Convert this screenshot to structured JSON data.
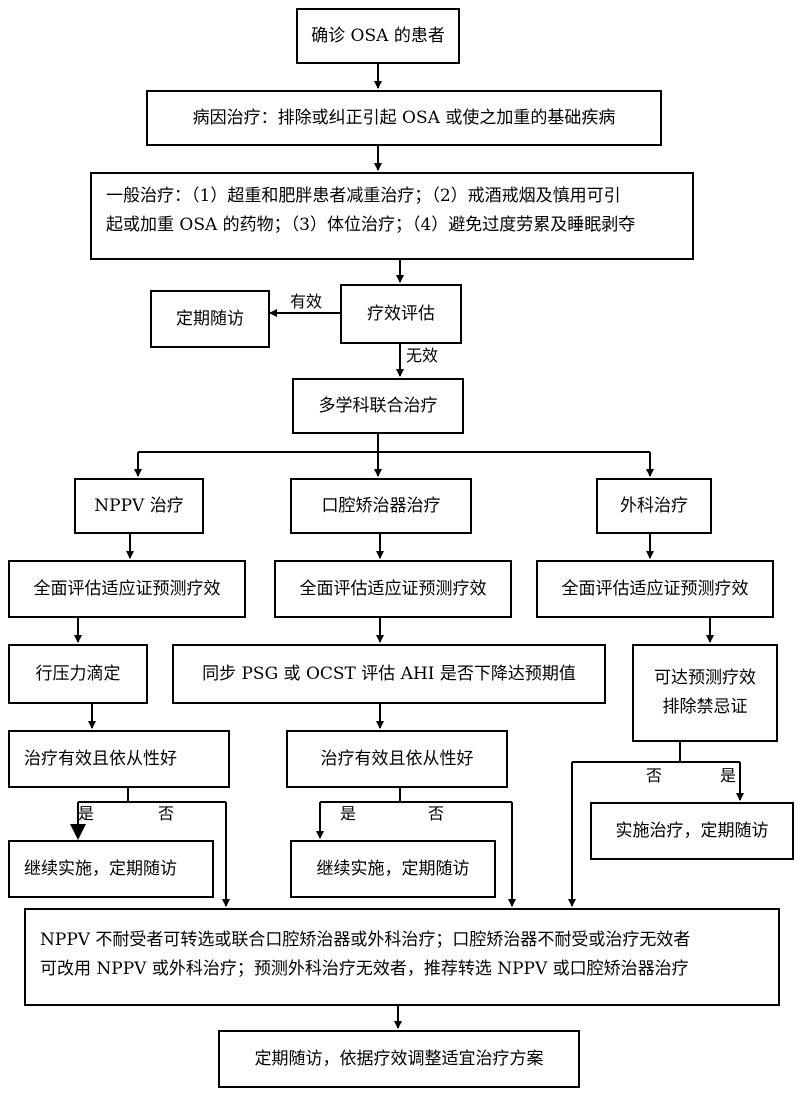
{
  "nodes": {
    "n1": "确诊 OSA 的患者",
    "n2": "病因治疗：排除或纠正引起 OSA 或使之加重的基础疾病",
    "n3": [
      "一般治疗：（1）超重和肥胖患者减重治疗；（2）戒酒戒烟及慎用可引",
      "起或加重 OSA 的药物；（3）体位治疗；（4）避免过度劳累及睡眠剥夺"
    ],
    "n4": "疗效评估",
    "n5": "定期随访",
    "n6": "多学科联合治疗",
    "n7": "NPPV 治疗",
    "n8": "口腔矫治器治疗",
    "n9": "外科治疗",
    "n10": "全面评估适应证预测疗效",
    "n11": "全面评估适应证预测疗效",
    "n12": "全面评估适应证预测疗效",
    "n13": "行压力滴定",
    "n14": "同步 PSG 或 OCST 评估 AHI 是否下降达预期值",
    "n15": [
      "可达预测疗效",
      "排除禁忌证"
    ],
    "n16": "治疗有效且依从性好",
    "n17": "治疗有效且依从性好",
    "n18": "实施治疗，定期随访",
    "n19": "继续实施，定期随访",
    "n20": "继续实施，定期随访",
    "n21": [
      "NPPV 不耐受者可转选或联合口腔矫治器或外科治疗；口腔矫治器不耐受或治疗无效者",
      "可改用 NPPV 或外科治疗；预测外科治疗无效者，推荐转选 NPPV 或口腔矫治器治疗"
    ],
    "n22": "定期随访，依据疗效调整适宜治疗方案"
  },
  "labels": {
    "effective": "有效",
    "ineffective": "无效",
    "yes": "是",
    "no": "否"
  }
}
